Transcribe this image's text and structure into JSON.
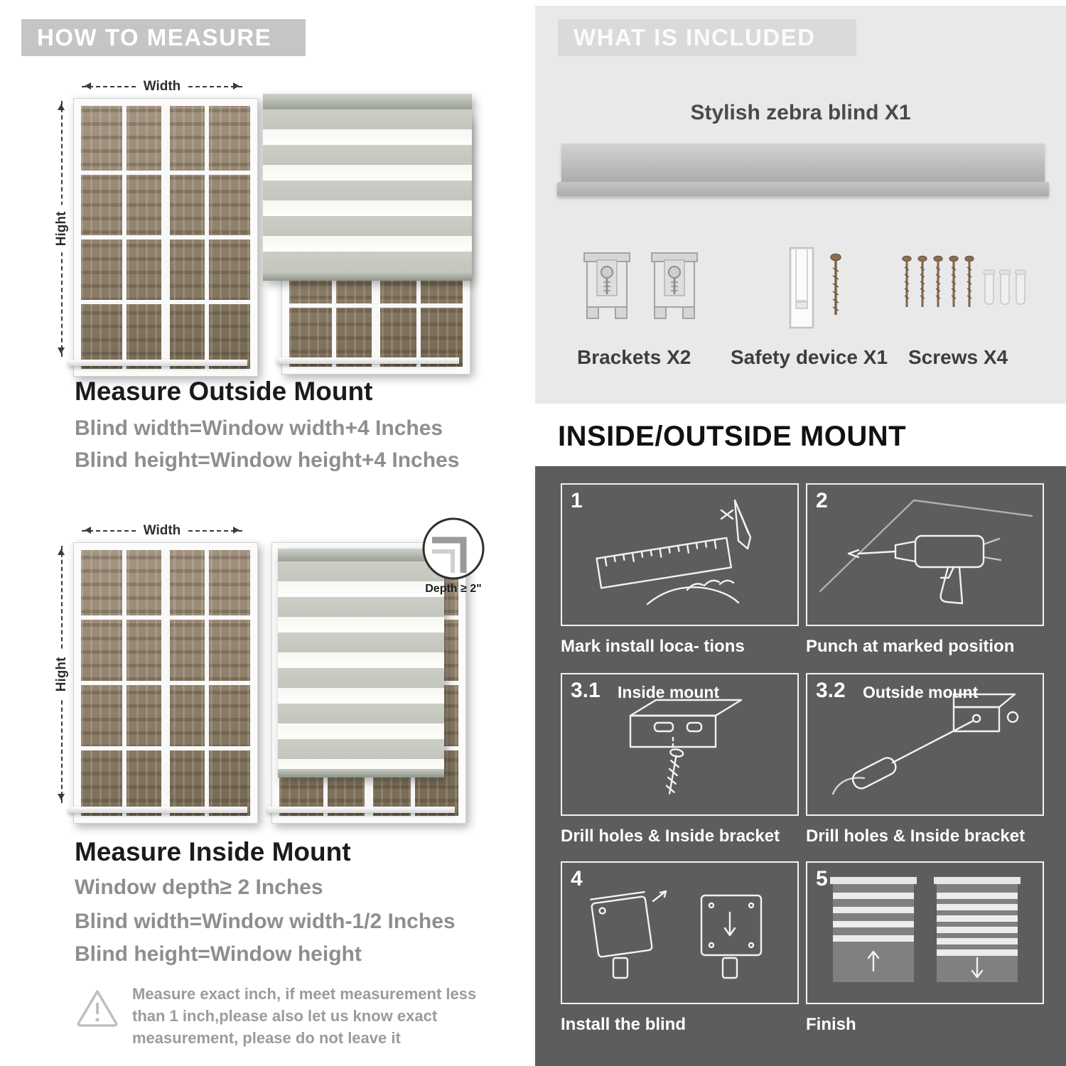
{
  "colors": {
    "left_badge_gray": "#c5c5c5",
    "included_panel_gray": "#e9e9e9",
    "dark_panel_gray": "#5d5d5d",
    "instruction_gray_text": "#8e8e8e",
    "dark_text": "#1b1b1b"
  },
  "how_to_measure": {
    "header": "HOW TO MEASURE",
    "outside": {
      "width_label": "Width",
      "height_label": "Hight",
      "title": "Measure Outside Mount",
      "line1": "Blind width=Window width+4 Inches",
      "line2": "Blind height=Window height+4 Inches"
    },
    "inside": {
      "width_label": "Width",
      "height_label": "Hight",
      "depth_callout": "Depth ≥ 2\"",
      "title": "Measure Inside Mount",
      "line1": "Window depth≥ 2 Inches",
      "line2": "Blind width=Window width-1/2 Inches",
      "line3": "Blind height=Window height"
    },
    "warning_note": "Measure exact inch, if meet measurement less than 1 inch,please also let us know exact measurement, please do not leave it"
  },
  "what_is_included": {
    "header": "WHAT IS INCLUDED",
    "product_label": "Stylish zebra blind X1",
    "items": [
      {
        "name": "brackets",
        "label": "Brackets X2"
      },
      {
        "name": "safety-device",
        "label": "Safety device X1"
      },
      {
        "name": "screws",
        "label": "Screws X4"
      }
    ]
  },
  "mount_guide": {
    "header": "INSIDE/OUTSIDE MOUNT",
    "steps": [
      {
        "num": "1",
        "sub": "",
        "caption": "Mark install loca- tions"
      },
      {
        "num": "2",
        "sub": "",
        "caption": "Punch at  marked position"
      },
      {
        "num": "3.1",
        "sub": "Inside mount",
        "caption": "Drill holes &  Inside bracket"
      },
      {
        "num": "3.2",
        "sub": "Outside mount",
        "caption": "Drill holes &  Inside bracket"
      },
      {
        "num": "4",
        "sub": "",
        "caption": "Install the blind"
      },
      {
        "num": "5",
        "sub": "",
        "caption": "Finish"
      }
    ]
  }
}
